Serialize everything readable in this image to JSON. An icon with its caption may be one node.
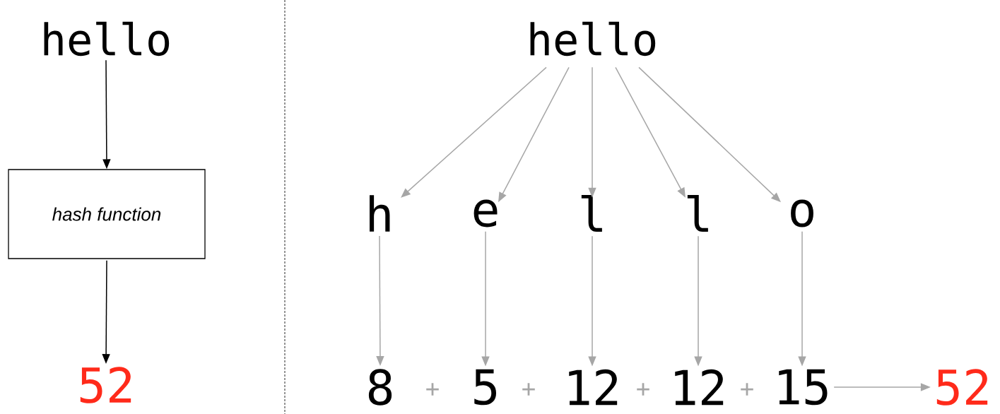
{
  "diagram": {
    "nodes": [
      {
        "text": [
          "hello"
        ]
      },
      {
        "text": [
          "hash function"
        ]
      },
      {
        "text": [
          "52"
        ]
      },
      {
        "text": [
          "hello"
        ]
      },
      {
        "text": [
          "h"
        ]
      },
      {
        "text": [
          "e"
        ]
      },
      {
        "text": [
          "l"
        ]
      },
      {
        "text": [
          "l"
        ]
      },
      {
        "text": [
          "o"
        ]
      },
      {
        "text": [
          "8"
        ]
      },
      {
        "text": [
          "5"
        ]
      },
      {
        "text": [
          "12"
        ]
      },
      {
        "text": [
          "12"
        ]
      },
      {
        "text": [
          "15"
        ]
      },
      {
        "text": [
          "52"
        ]
      }
    ],
    "edges": [
      {
        "from": 0,
        "to": 1,
        "arrow": "to",
        "color": "#000000"
      },
      {
        "from": 1,
        "to": 2,
        "arrow": "to",
        "color": "#000000"
      },
      {
        "from": 3,
        "to": 4,
        "arrow": "to"
      },
      {
        "from": 3,
        "to": 5,
        "arrow": "to"
      },
      {
        "from": 3,
        "to": 6,
        "arrow": "to"
      },
      {
        "from": 3,
        "to": 7,
        "arrow": "to"
      },
      {
        "from": 3,
        "to": 8,
        "arrow": "to"
      },
      {
        "from": 4,
        "to": 9,
        "arrow": "to"
      },
      {
        "from": 5,
        "to": 10,
        "arrow": "to"
      },
      {
        "from": 6,
        "to": 11,
        "arrow": "to"
      },
      {
        "from": 7,
        "to": 12,
        "arrow": "to"
      },
      {
        "from": 8,
        "to": 13,
        "arrow": "to"
      },
      {
        "from": 13,
        "to": 14,
        "arrow": "to"
      }
    ],
    "labels": [
      "+",
      "+",
      "+",
      "+"
    ]
  }
}
